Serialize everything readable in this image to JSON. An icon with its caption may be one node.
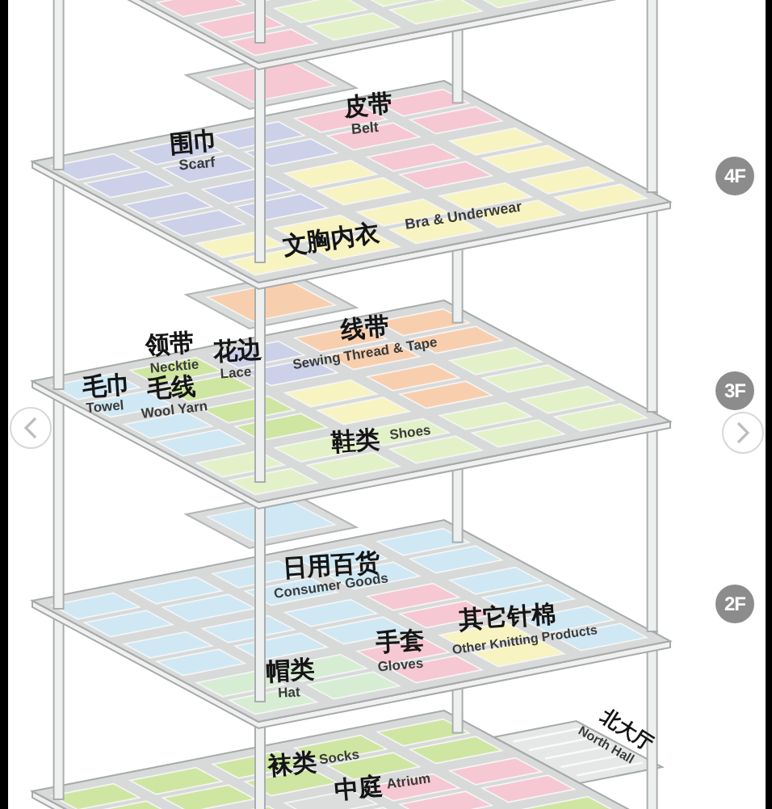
{
  "diagram": {
    "labels": [
      "皮带",
      "Belt",
      "围巾",
      "Scarf",
      "4F",
      "文胸内衣",
      "Bra & Underwear",
      "线带",
      "Sewing Thread & Tape",
      "领带",
      "Necktie",
      "花边",
      "Lace",
      "毛巾",
      "Towel",
      "毛线",
      "Wool Yarn",
      "3F",
      "鞋类",
      "Shoes",
      "日用百货",
      "Consumer Goods",
      "2F",
      "其它针棉",
      "Other Knitting Products",
      "手套",
      "Gloves",
      "帽类",
      "Hat",
      "北大厅",
      "North Hall",
      "袜类",
      "Socks",
      "中庭",
      "Atrium"
    ]
  }
}
